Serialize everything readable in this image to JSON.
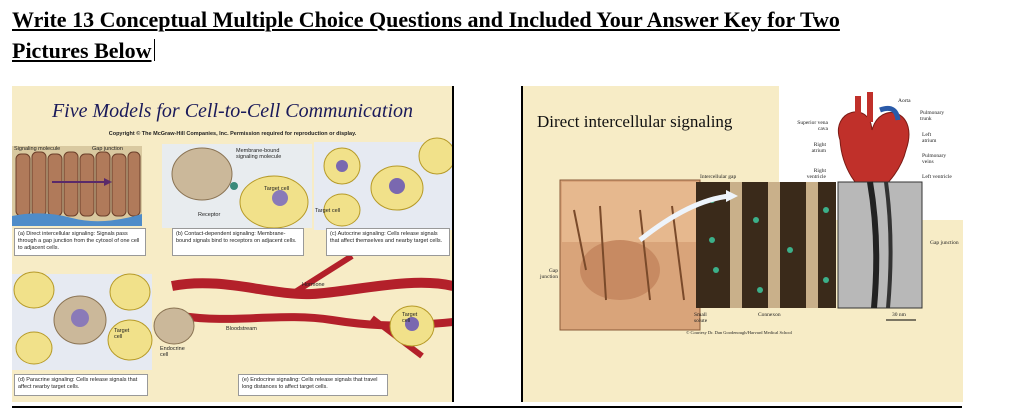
{
  "header": {
    "line1": "Write 13 Conceptual Multiple Choice Questions and Included Your Answer Key for Two",
    "line2": "Pictures Below"
  },
  "left_figure": {
    "title": "Five Models for Cell-to-Cell Communication",
    "copyright": "Copyright © The McGraw-Hill Companies, Inc. Permission required for reproduction or display.",
    "labels": {
      "signaling_molecule": "Signaling molecule",
      "gap_junction": "Gap junction",
      "membrane_bound": "Membrane-bound signaling molecule",
      "target_cell": "Target cell",
      "receptor": "Receptor",
      "target_cell_b": "Target cell",
      "hormone": "Hormone",
      "bloodstream": "Bloodstream",
      "endocrine_cell": "Endocrine cell",
      "target_cell_d": "Target cell",
      "target_cell_e": "Target cell"
    },
    "captions": {
      "a": "(a) Direct intercellular signaling: Signals pass through a gap junction from the cytosol of one cell to adjacent cells.",
      "b": "(b) Contact-dependent signaling: Membrane-bound signals bind to receptors on adjacent cells.",
      "c": "(c) Autocrine signaling: Cells release signals that affect themselves and nearby target cells.",
      "d": "(d) Paracrine signaling: Cells release signals that affect nearby target cells.",
      "e": "(e) Endocrine signaling: Cells release signals that travel long distances to affect target cells."
    }
  },
  "right_figure": {
    "title": "Direct intercellular signaling",
    "labels": {
      "aorta": "Aorta",
      "superior_vena_cava": "Superior vena cava",
      "pulmonary_trunk": "Pulmonary trunk",
      "right_atrium": "Right atrium",
      "left_atrium": "Left atrium",
      "pulmonary_veins": "Pulmonary veins",
      "right_ventricle": "Right ventricle",
      "left_ventricle": "Left ventricle",
      "intercellular_gap": "Intercellular gap",
      "gap_junction_left": "Gap junction",
      "gap_junction_right": "Gap junction",
      "small_solute": "Small solute",
      "connexon": "Connexon",
      "scale": "30 nm",
      "courtesy": "© Courtesy Dr. Dan Goodenough/Harvard Medical School"
    }
  }
}
